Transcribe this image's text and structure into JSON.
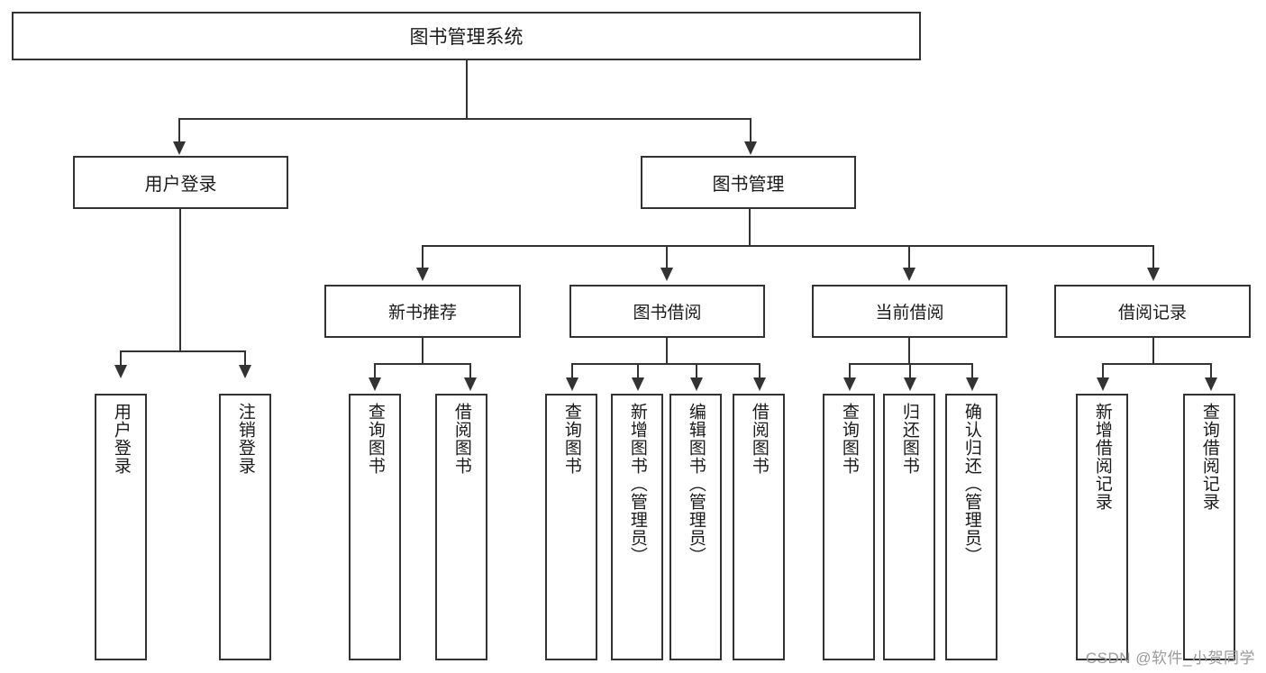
{
  "diagram": {
    "title": "图书管理系统",
    "type": "tree",
    "root": {
      "label": "图书管理系统"
    },
    "level1": [
      {
        "label": "用户登录"
      },
      {
        "label": "图书管理"
      }
    ],
    "level2": [
      {
        "label": "新书推荐"
      },
      {
        "label": "图书借阅"
      },
      {
        "label": "当前借阅"
      },
      {
        "label": "借阅记录"
      }
    ],
    "leaves": {
      "user_login": [
        {
          "label": "用户登录"
        },
        {
          "label": "注销登录"
        }
      ],
      "new_book_recommend": [
        {
          "label": "查询图书"
        },
        {
          "label": "借阅图书"
        }
      ],
      "book_borrow": [
        {
          "label": "查询图书"
        },
        {
          "label": "新增图书（管理员）"
        },
        {
          "label": "编辑图书（管理员）"
        },
        {
          "label": "借阅图书"
        }
      ],
      "current_borrow": [
        {
          "label": "查询图书"
        },
        {
          "label": "归还图书"
        },
        {
          "label": "确认归还（管理员）"
        }
      ],
      "borrow_record": [
        {
          "label": "新增借阅记录"
        },
        {
          "label": "查询借阅记录"
        }
      ]
    }
  },
  "watermark": {
    "text": "CSDN @软件_小贺同学"
  },
  "colors": {
    "border": "#333333",
    "background": "#ffffff",
    "text": "#1a1a1a",
    "watermark": "#9a9a9a"
  }
}
